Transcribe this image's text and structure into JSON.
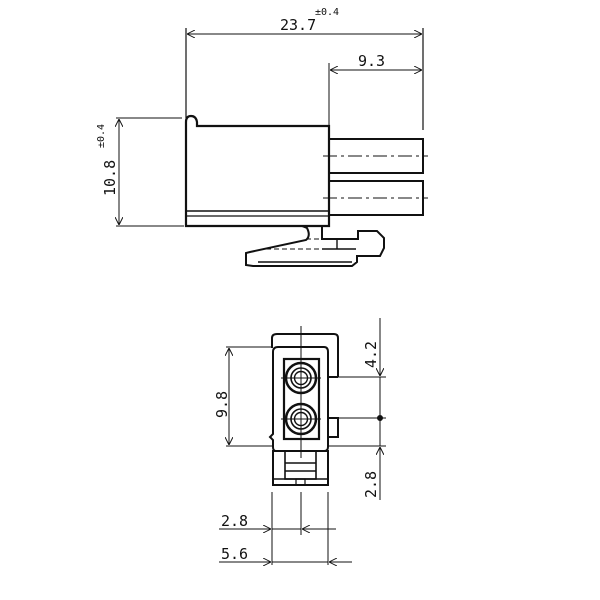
{
  "drawing": {
    "title": "Connector housing dimensional drawing",
    "line_color": "#111111",
    "background": "#ffffff",
    "side_view": {
      "overall_length": "23.7",
      "overall_length_tol": "±0.4",
      "pin_protrusion": "9.3",
      "height": "10.8",
      "height_tol": "±0.4"
    },
    "front_view": {
      "body_height": "9.8",
      "top_offset": "4.2",
      "bottom_offset": "2.8",
      "half_width": "2.8",
      "full_width": "5.6"
    }
  }
}
